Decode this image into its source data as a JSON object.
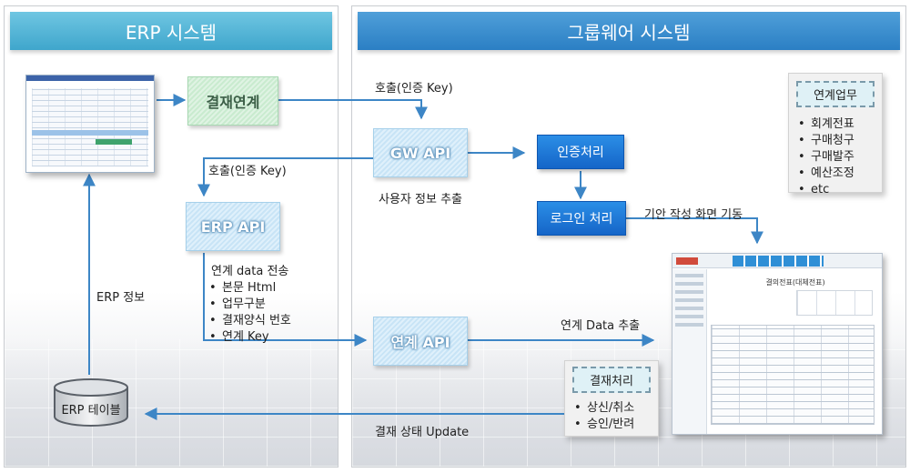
{
  "left_panel": {
    "title": "ERP 시스템",
    "approval_link_button": "결재연계",
    "erp_api_button": "ERP API",
    "call_label": "호출(인증 Key)",
    "erp_info_label": "ERP 정보",
    "erp_table_label": "ERP 테이블",
    "transfer": {
      "heading": "연계 data 전송",
      "items": [
        "본문 Html",
        "업무구분",
        "결재양식 번호",
        "연계 Key"
      ]
    }
  },
  "right_panel": {
    "title": "그룹웨어 시스템",
    "call_label": "호출(인증 Key)",
    "gw_api_button": "GW API",
    "user_info_label": "사용자 정보 추출",
    "auth_button": "인증처리",
    "login_button": "로그인 처리",
    "draft_label": "기안 작성 화면 기동",
    "link_api_button": "연계 API",
    "link_data_label": "연계 Data 추출",
    "status_update_label": "결재 상태 Update",
    "linked_tasks": {
      "title": "연계업무",
      "items": [
        "회계전표",
        "구매청구",
        "구매발주",
        "예산조정",
        "etc"
      ]
    },
    "approval_process": {
      "title": "결재처리",
      "items": [
        "상신/취소",
        "승인/반려"
      ]
    },
    "doc_title": "결의전표(대체전표)"
  },
  "colors": {
    "left_header": "#4fb3d6",
    "right_header": "#3a8fd0",
    "arrow": "#3d86c6",
    "blue_button": "#1e78d6"
  }
}
